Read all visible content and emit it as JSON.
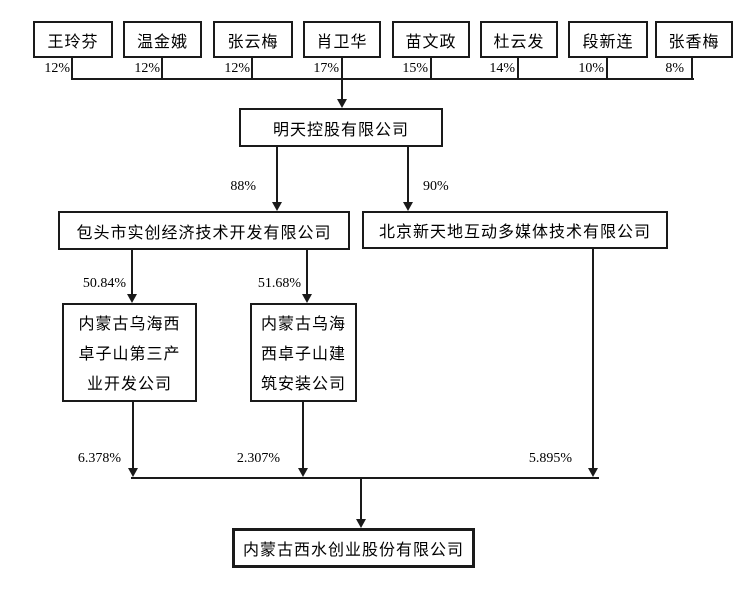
{
  "diagram": {
    "title_hint": "equity-ownership-structure",
    "colors": {
      "line": "#1a1a1a",
      "box_border": "#1a1a1a",
      "background": "#ffffff"
    },
    "shareholders": [
      {
        "name": "王玲芬",
        "pct": "12%"
      },
      {
        "name": "温金娥",
        "pct": "12%"
      },
      {
        "name": "张云梅",
        "pct": "12%"
      },
      {
        "name": "肖卫华",
        "pct": "17%"
      },
      {
        "name": "苗文政",
        "pct": "15%"
      },
      {
        "name": "杜云发",
        "pct": "14%"
      },
      {
        "name": "段新连",
        "pct": "10%"
      },
      {
        "name": "张香梅",
        "pct": "8%"
      }
    ],
    "holding_company": {
      "name": "明天控股有限公司"
    },
    "subsidiaries": [
      {
        "name": "包头市实创经济技术开发有限公司",
        "ownership_pct": "88%"
      },
      {
        "name": "北京新天地互动多媒体技术有限公司",
        "ownership_pct": "90%",
        "stake_in_listed_pct": "5.895%"
      }
    ],
    "sub_subsidiaries": [
      {
        "name": "内蒙古乌海西卓子山第三产业开发公司",
        "lines": [
          "内蒙古乌海西",
          "卓子山第三产",
          "业开发公司"
        ],
        "ownership_pct": "50.84%",
        "stake_in_listed_pct": "6.378%"
      },
      {
        "name": "内蒙古乌海西卓子山建筑安装公司",
        "lines": [
          "内蒙古乌海",
          "西卓子山建",
          "筑安装公司"
        ],
        "ownership_pct": "51.68%",
        "stake_in_listed_pct": "2.307%"
      }
    ],
    "listed_company": {
      "name": "内蒙古西水创业股份有限公司"
    }
  }
}
